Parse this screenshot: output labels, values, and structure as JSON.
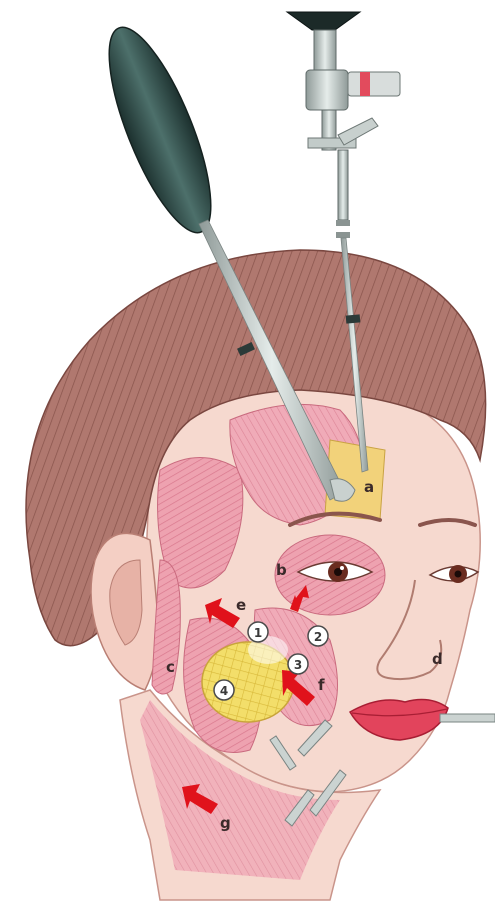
{
  "labels": {
    "a": "a",
    "b": "b",
    "c": "c",
    "d": "d",
    "e": "e",
    "f": "f",
    "g": "g"
  },
  "numbers": {
    "n1": "1",
    "n2": "2",
    "n3": "3",
    "n4": "4"
  },
  "colors": {
    "skin": "#f6d9cf",
    "skin_shadow": "#e9b7a9",
    "hair": "#b0786f",
    "hair_dark": "#8a554d",
    "muscle": "#eea2b0",
    "muscle_dark": "#d9788d",
    "fat": "#f3de6a",
    "arrow": "#e0121b",
    "instrument": "#b8c2c0",
    "handle": "#2e4a47"
  },
  "icons": [
    "endoscope-icon",
    "liposuction-cannula-icon",
    "injection-needle-icon",
    "direction-arrow-icon"
  ]
}
